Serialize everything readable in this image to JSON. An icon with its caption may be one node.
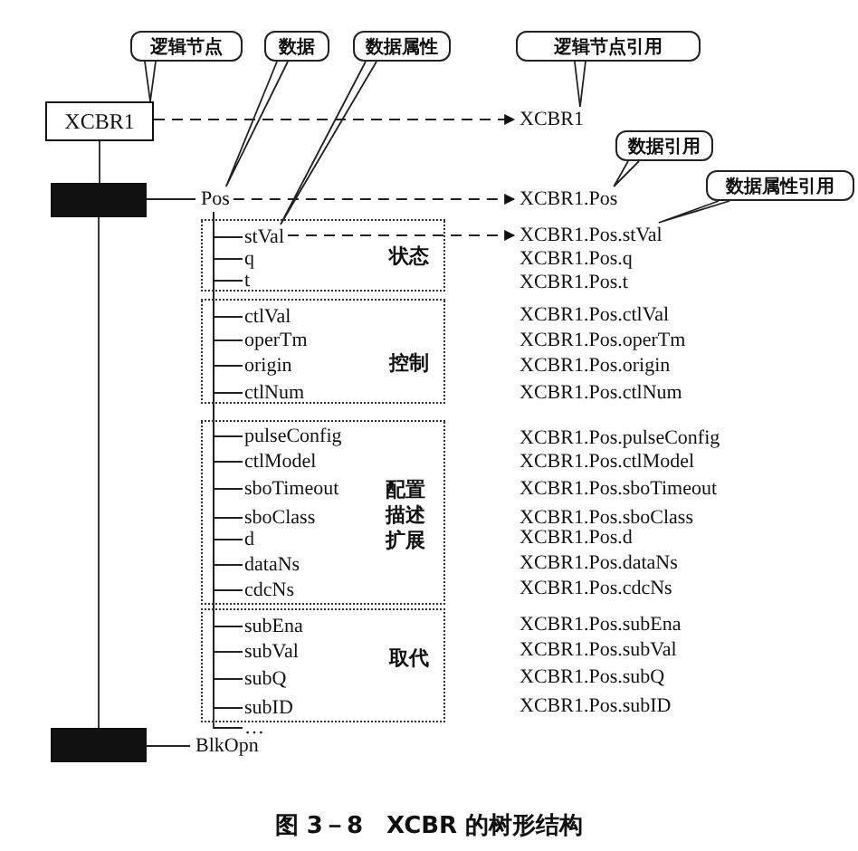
{
  "diagram": {
    "caption": "图 3－8　XCBR 的树形结构",
    "nodes": [
      {
        "text": [
          "逻辑节点"
        ]
      },
      {
        "text": [
          "数据"
        ]
      },
      {
        "text": [
          "数据属性"
        ]
      },
      {
        "text": [
          "逻辑节点引用"
        ]
      },
      {
        "text": [
          "XCBR1"
        ]
      },
      {
        "text": [
          "XCBR1"
        ]
      },
      {
        "text": [
          "数据引用"
        ]
      },
      {
        "text": [],
        "shape": "bar"
      },
      {
        "text": [
          "Pos"
        ]
      },
      {
        "text": [
          "XCBR1.Pos"
        ]
      },
      {
        "text": [
          "数据属性引用"
        ]
      },
      {
        "text": [
          "状态"
        ]
      },
      {
        "text": [
          "stVal"
        ],
        "in": 11
      },
      {
        "text": [
          "q"
        ],
        "in": 11
      },
      {
        "text": [
          "t"
        ],
        "in": 11
      },
      {
        "text": [
          "XCBR1.Pos.stVal"
        ]
      },
      {
        "text": [
          "控制"
        ]
      },
      {
        "text": [
          "ctlVal"
        ],
        "in": 16
      },
      {
        "text": [
          "operTm"
        ],
        "in": 16
      },
      {
        "text": [
          "origin"
        ],
        "in": 16
      },
      {
        "text": [
          "ctlNum"
        ],
        "in": 16
      },
      {
        "text": [
          "配置描述扩展"
        ]
      },
      {
        "text": [
          "pulseConfig"
        ],
        "in": 21
      },
      {
        "text": [
          "ctlModel"
        ],
        "in": 21
      },
      {
        "text": [
          "sboTimeout"
        ],
        "in": 21
      },
      {
        "text": [
          "sboClass"
        ],
        "in": 21
      },
      {
        "text": [
          "d"
        ],
        "in": 21
      },
      {
        "text": [
          "dataNs"
        ],
        "in": 21
      },
      {
        "text": [
          "cdcNs"
        ],
        "in": 21
      },
      {
        "text": [
          "取代"
        ]
      },
      {
        "text": [
          "subEna"
        ],
        "in": 29
      },
      {
        "text": [
          "subVal"
        ],
        "in": 29
      },
      {
        "text": [
          "subQ"
        ],
        "in": 29
      },
      {
        "text": [
          "subID"
        ],
        "in": 29
      },
      {
        "text": [
          "…"
        ]
      },
      {
        "text": [],
        "shape": "bar"
      },
      {
        "text": [
          "BlkOpn"
        ]
      }
    ],
    "edges": [
      {
        "from": 0,
        "to": 4,
        "arrow": "none"
      },
      {
        "from": 1,
        "to": 8,
        "arrow": "none"
      },
      {
        "from": 2,
        "to": 12,
        "arrow": "none"
      },
      {
        "from": 3,
        "to": 5,
        "arrow": "none"
      },
      {
        "from": 6,
        "to": 9,
        "arrow": "none"
      },
      {
        "from": 10,
        "to": 15,
        "arrow": "none"
      },
      {
        "from": 4,
        "to": 5,
        "arrow": "to",
        "style": "dashed"
      },
      {
        "from": 8,
        "to": 9,
        "arrow": "to",
        "style": "dashed"
      },
      {
        "from": 12,
        "to": 15,
        "arrow": "to",
        "style": "dashed"
      },
      {
        "from": 4,
        "to": 7,
        "arrow": "none"
      },
      {
        "from": 7,
        "to": 35,
        "arrow": "none"
      },
      {
        "from": 7,
        "to": 8,
        "arrow": "none"
      },
      {
        "from": 35,
        "to": 36,
        "arrow": "none"
      },
      {
        "from": 8,
        "to": 12,
        "arrow": "none"
      },
      {
        "from": 8,
        "to": 13,
        "arrow": "none"
      },
      {
        "from": 8,
        "to": 14,
        "arrow": "none"
      },
      {
        "from": 8,
        "to": 17,
        "arrow": "none"
      },
      {
        "from": 8,
        "to": 18,
        "arrow": "none"
      },
      {
        "from": 8,
        "to": 19,
        "arrow": "none"
      },
      {
        "from": 8,
        "to": 20,
        "arrow": "none"
      },
      {
        "from": 8,
        "to": 22,
        "arrow": "none"
      },
      {
        "from": 8,
        "to": 23,
        "arrow": "none"
      },
      {
        "from": 8,
        "to": 24,
        "arrow": "none"
      },
      {
        "from": 8,
        "to": 25,
        "arrow": "none"
      },
      {
        "from": 8,
        "to": 26,
        "arrow": "none"
      },
      {
        "from": 8,
        "to": 27,
        "arrow": "none"
      },
      {
        "from": 8,
        "to": 28,
        "arrow": "none"
      },
      {
        "from": 8,
        "to": 30,
        "arrow": "none"
      },
      {
        "from": 8,
        "to": 31,
        "arrow": "none"
      },
      {
        "from": 8,
        "to": 32,
        "arrow": "none"
      },
      {
        "from": 8,
        "to": 33,
        "arrow": "none"
      },
      {
        "from": 8,
        "to": 34,
        "arrow": "none"
      }
    ],
    "labels": [
      "XCBR1.Pos.q",
      "XCBR1.Pos.t",
      "XCBR1.Pos.ctlVal",
      "XCBR1.Pos.operTm",
      "XCBR1.Pos.origin",
      "XCBR1.Pos.ctlNum",
      "XCBR1.Pos.pulseConfig",
      "XCBR1.Pos.ctlModel",
      "XCBR1.Pos.sboTimeout",
      "XCBR1.Pos.sboClass",
      "XCBR1.Pos.d",
      "XCBR1.Pos.dataNs",
      "XCBR1.Pos.cdcNs",
      "XCBR1.Pos.subEna",
      "XCBR1.Pos.subVal",
      "XCBR1.Pos.subQ",
      "XCBR1.Pos.subID"
    ]
  }
}
